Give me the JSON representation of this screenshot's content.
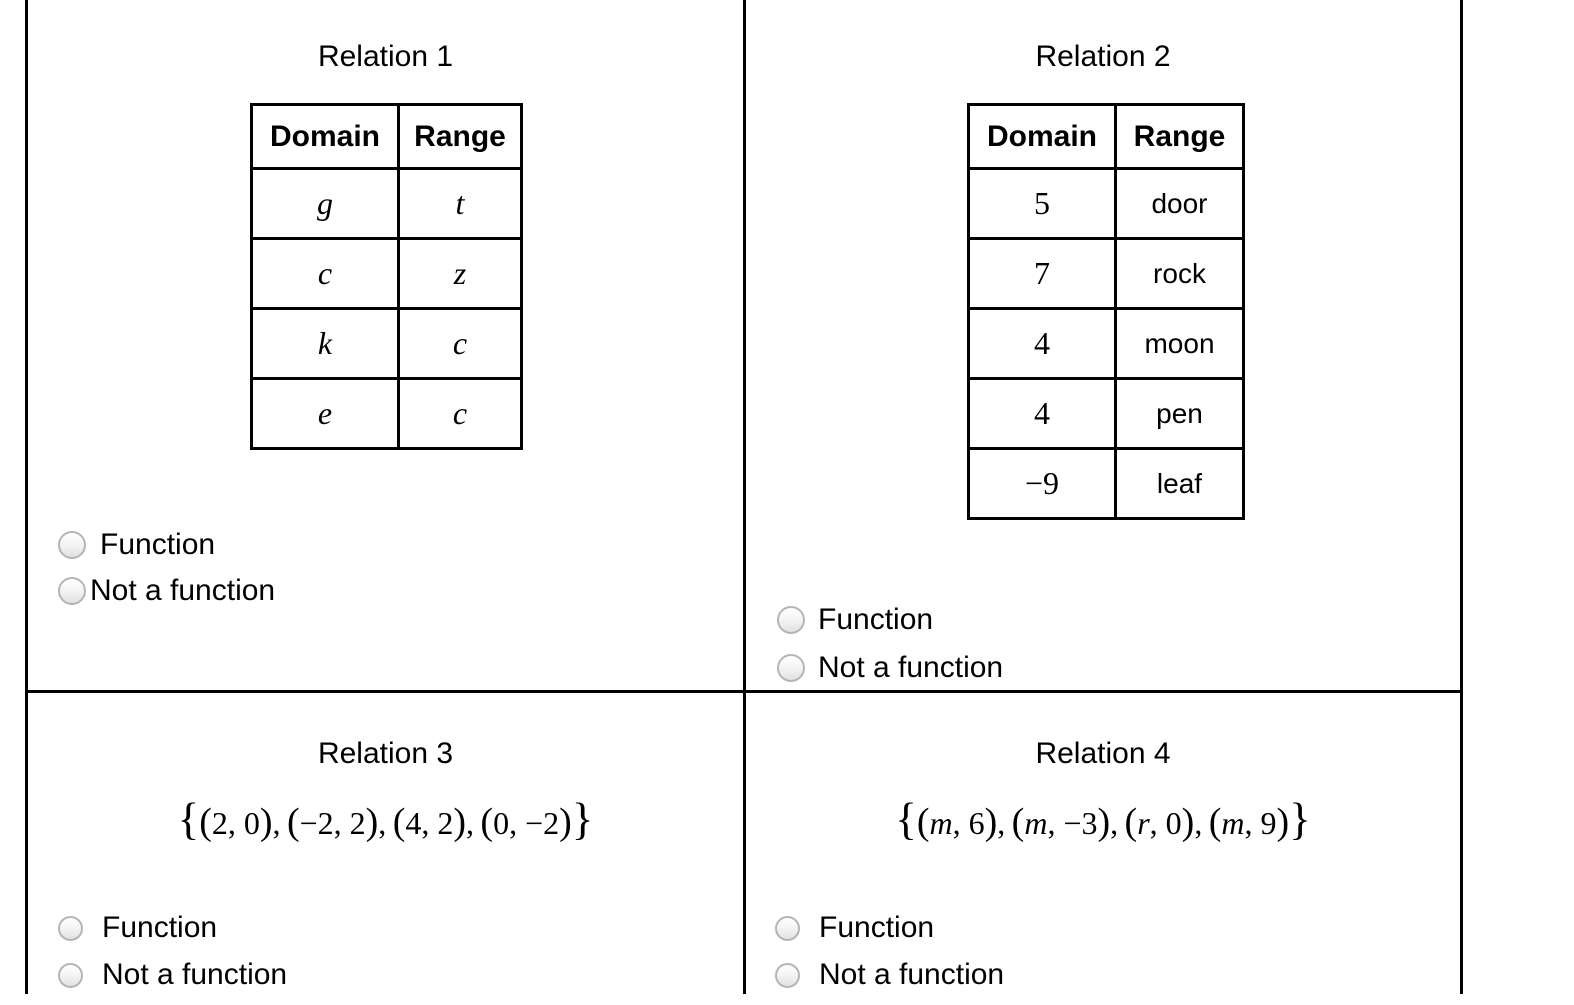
{
  "colors": {
    "grid_border": "#000000",
    "table_border": "#000000",
    "radio_border": "#b5b5b5",
    "text": "#000000",
    "background": "#ffffff"
  },
  "relations": [
    {
      "title": "Relation 1",
      "type": "table",
      "table": {
        "headers": [
          "Domain",
          "Range"
        ],
        "col_styles": [
          "math-var",
          "math-var"
        ],
        "rows": [
          [
            "g",
            "t"
          ],
          [
            "c",
            "z"
          ],
          [
            "k",
            "c"
          ],
          [
            "e",
            "c"
          ]
        ]
      },
      "choices": [
        {
          "label": "Function",
          "selected": false
        },
        {
          "label": "Not a function",
          "selected": false
        }
      ]
    },
    {
      "title": "Relation 2",
      "type": "table",
      "table": {
        "headers": [
          "Domain",
          "Range"
        ],
        "col_styles": [
          "math-num",
          "word"
        ],
        "rows": [
          [
            "5",
            "door"
          ],
          [
            "7",
            "rock"
          ],
          [
            "4",
            "moon"
          ],
          [
            "4",
            "pen"
          ],
          [
            "−9",
            "leaf"
          ]
        ]
      },
      "choices": [
        {
          "label": "Function",
          "selected": false
        },
        {
          "label": "Not a function",
          "selected": false
        }
      ]
    },
    {
      "title": "Relation 3",
      "type": "set",
      "pairs": [
        [
          "2",
          "0"
        ],
        [
          "−2",
          "2"
        ],
        [
          "4",
          "2"
        ],
        [
          "0",
          "−2"
        ]
      ],
      "choices": [
        {
          "label": "Function",
          "selected": false
        },
        {
          "label": "Not a function",
          "selected": false
        }
      ]
    },
    {
      "title": "Relation 4",
      "type": "set",
      "pairs": [
        [
          "m",
          "6"
        ],
        [
          "m",
          "−3"
        ],
        [
          "r",
          "0"
        ],
        [
          "m",
          "9"
        ]
      ],
      "choices": [
        {
          "label": "Function",
          "selected": false
        },
        {
          "label": "Not a function",
          "selected": false
        }
      ]
    }
  ]
}
